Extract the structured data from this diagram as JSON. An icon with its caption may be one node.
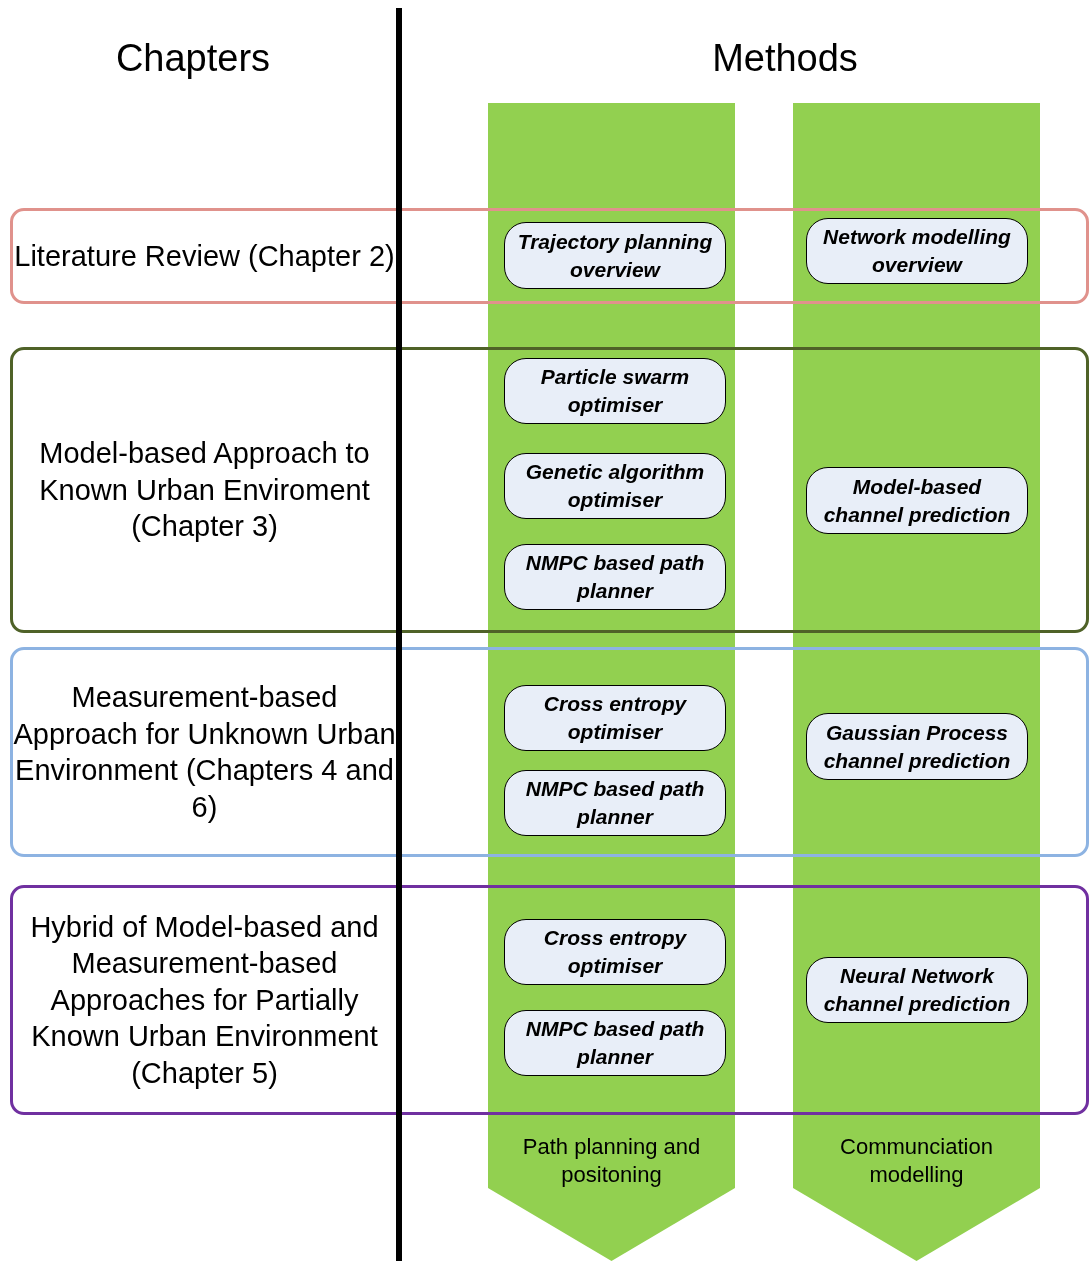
{
  "diagram": {
    "nodes": [
      {
        "text": [
          "Path planning and positoning"
        ]
      },
      {
        "text": [
          "Communciation modelling"
        ]
      },
      {
        "text": [
          "Literature Review (Chapter 2)"
        ]
      },
      {
        "text": [
          "Trajectory planning overview"
        ]
      },
      {
        "text": [
          "Network modelling overview"
        ]
      },
      {
        "text": [
          "Model-based Approach to Known Urban Enviroment (Chapter 3)"
        ]
      },
      {
        "text": [
          "Particle swarm optimiser"
        ]
      },
      {
        "text": [
          "Genetic algorithm optimiser"
        ]
      },
      {
        "text": [
          "Model-based channel prediction"
        ]
      },
      {
        "text": [
          "NMPC based path planner"
        ]
      },
      {
        "text": [
          "Measurement-based Approach for Unknown Urban Environment (Chapters 4 and 6)"
        ]
      },
      {
        "text": [
          "Cross entropy optimiser"
        ]
      },
      {
        "text": [
          "Gaussian Process channel prediction"
        ]
      },
      {
        "text": [
          "NMPC based path planner"
        ]
      },
      {
        "text": [
          "Hybrid of Model-based and Measurement-based Approaches for Partially Known Urban Environment (Chapter 5)"
        ]
      },
      {
        "text": [
          "Cross entropy optimiser"
        ]
      },
      {
        "text": [
          "Neural Network channel prediction"
        ]
      },
      {
        "text": [
          "NMPC based path planner"
        ]
      }
    ],
    "labels": [
      "Chapters",
      "Methods"
    ]
  }
}
